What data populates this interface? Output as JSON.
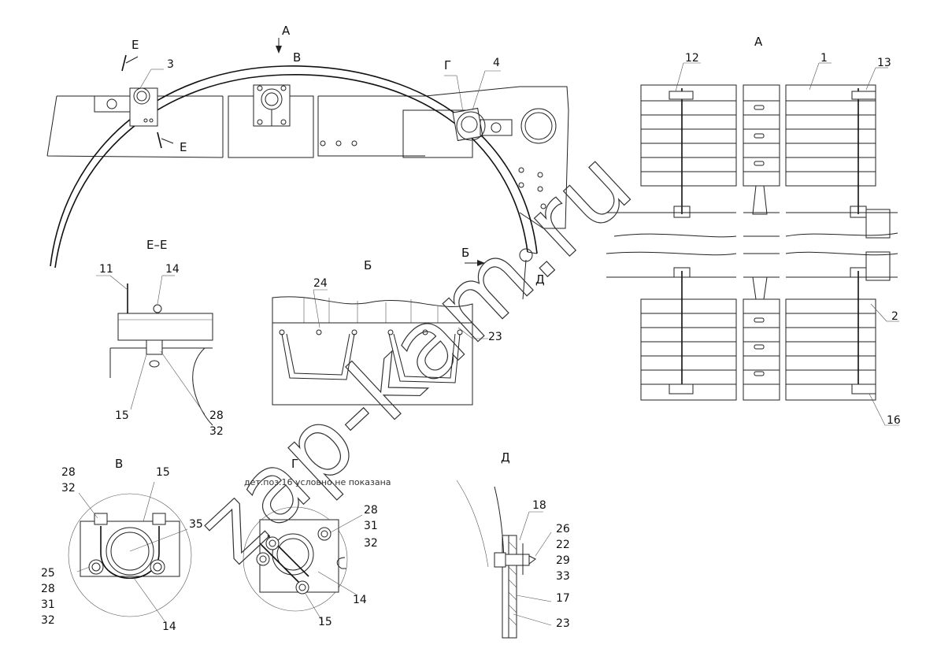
{
  "views": {
    "A_arrow": "А",
    "A_title": "А",
    "B_arrow": "Б",
    "B_title": "Б",
    "V_title": "В",
    "V_mark": "В",
    "G_title": "Г",
    "G_mark": "Г",
    "D_title": "Д",
    "D_mark": "Д",
    "E_mark_top": "Е",
    "E_mark_bottom": "Е",
    "EE_title": "Е–Е"
  },
  "labels": {
    "l1": "1",
    "l2": "2",
    "l3": "3",
    "l4": "4",
    "l11": "11",
    "l12": "12",
    "l13": "13",
    "l14a": "14",
    "l14b": "14",
    "l14c": "14",
    "l15a": "15",
    "l15b": "15",
    "l15c": "15",
    "l16": "16",
    "l17": "17",
    "l18": "18",
    "l22": "22",
    "l23a": "23",
    "l23b": "23",
    "l24": "24",
    "l25": "25",
    "l26": "26",
    "l28a": "28",
    "l28b": "28",
    "l28c": "28",
    "l28d": "28",
    "l29": "29",
    "l31a": "31",
    "l31b": "31",
    "l32a": "32",
    "l32b": "32",
    "l32c": "32",
    "l32d": "32",
    "l33": "33",
    "l35": "35"
  },
  "note": "дет.поз.16 условно не показана",
  "watermark": "zap-kam.ru"
}
